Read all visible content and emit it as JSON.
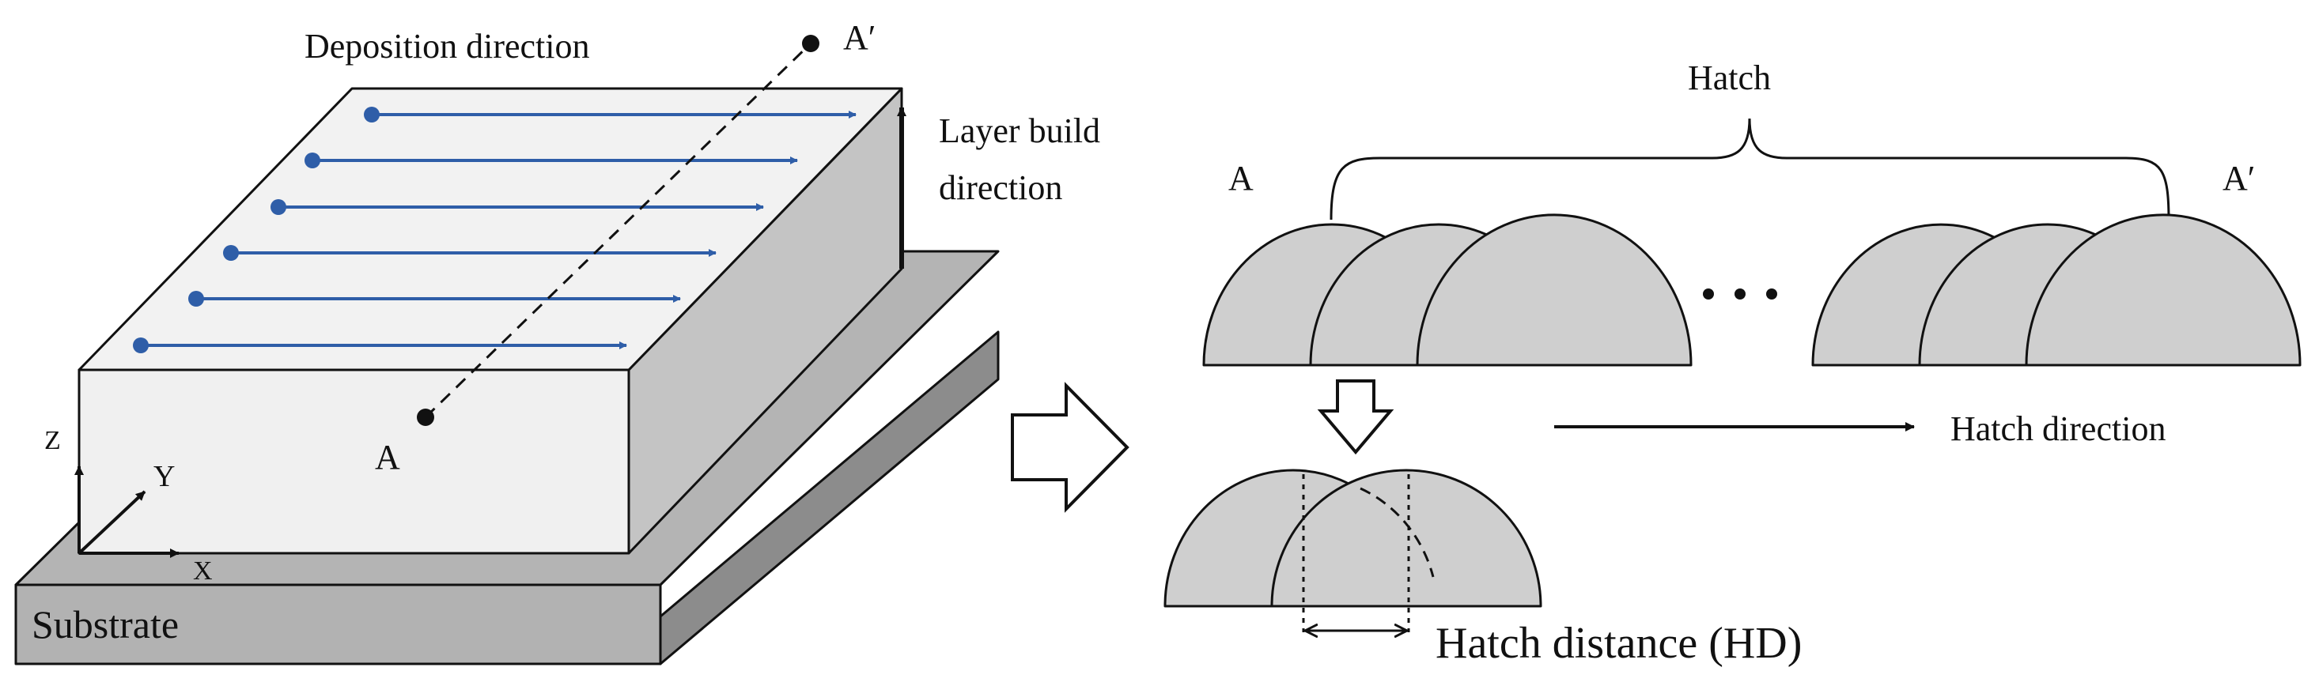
{
  "labels": {
    "deposition_direction": "Deposition direction",
    "a_prime_top": "A′",
    "a_bottom": "A",
    "layer_build_line1": "Layer build",
    "layer_build_line2": "direction",
    "axis_z": "Z",
    "axis_y": "Y",
    "axis_x": "X",
    "substrate": "Substrate",
    "hatch": "Hatch",
    "a_right": "A",
    "a_prime_right": "A′",
    "hatch_direction": "Hatch direction",
    "hatch_distance": "Hatch distance (HD)"
  },
  "colors": {
    "block_top": "#f2f2f2",
    "block_front": "#f0f0f0",
    "block_side": "#c4c4c4",
    "substrate_top": "#b4b4b4",
    "substrate_front": "#b2b2b2",
    "substrate_side": "#8c8c8c",
    "bead_fill": "#cfcfcf",
    "deposition_arrow": "#2f5ea8",
    "stroke": "#111111"
  },
  "deposition_tracks": 6,
  "beads_per_group": 3
}
